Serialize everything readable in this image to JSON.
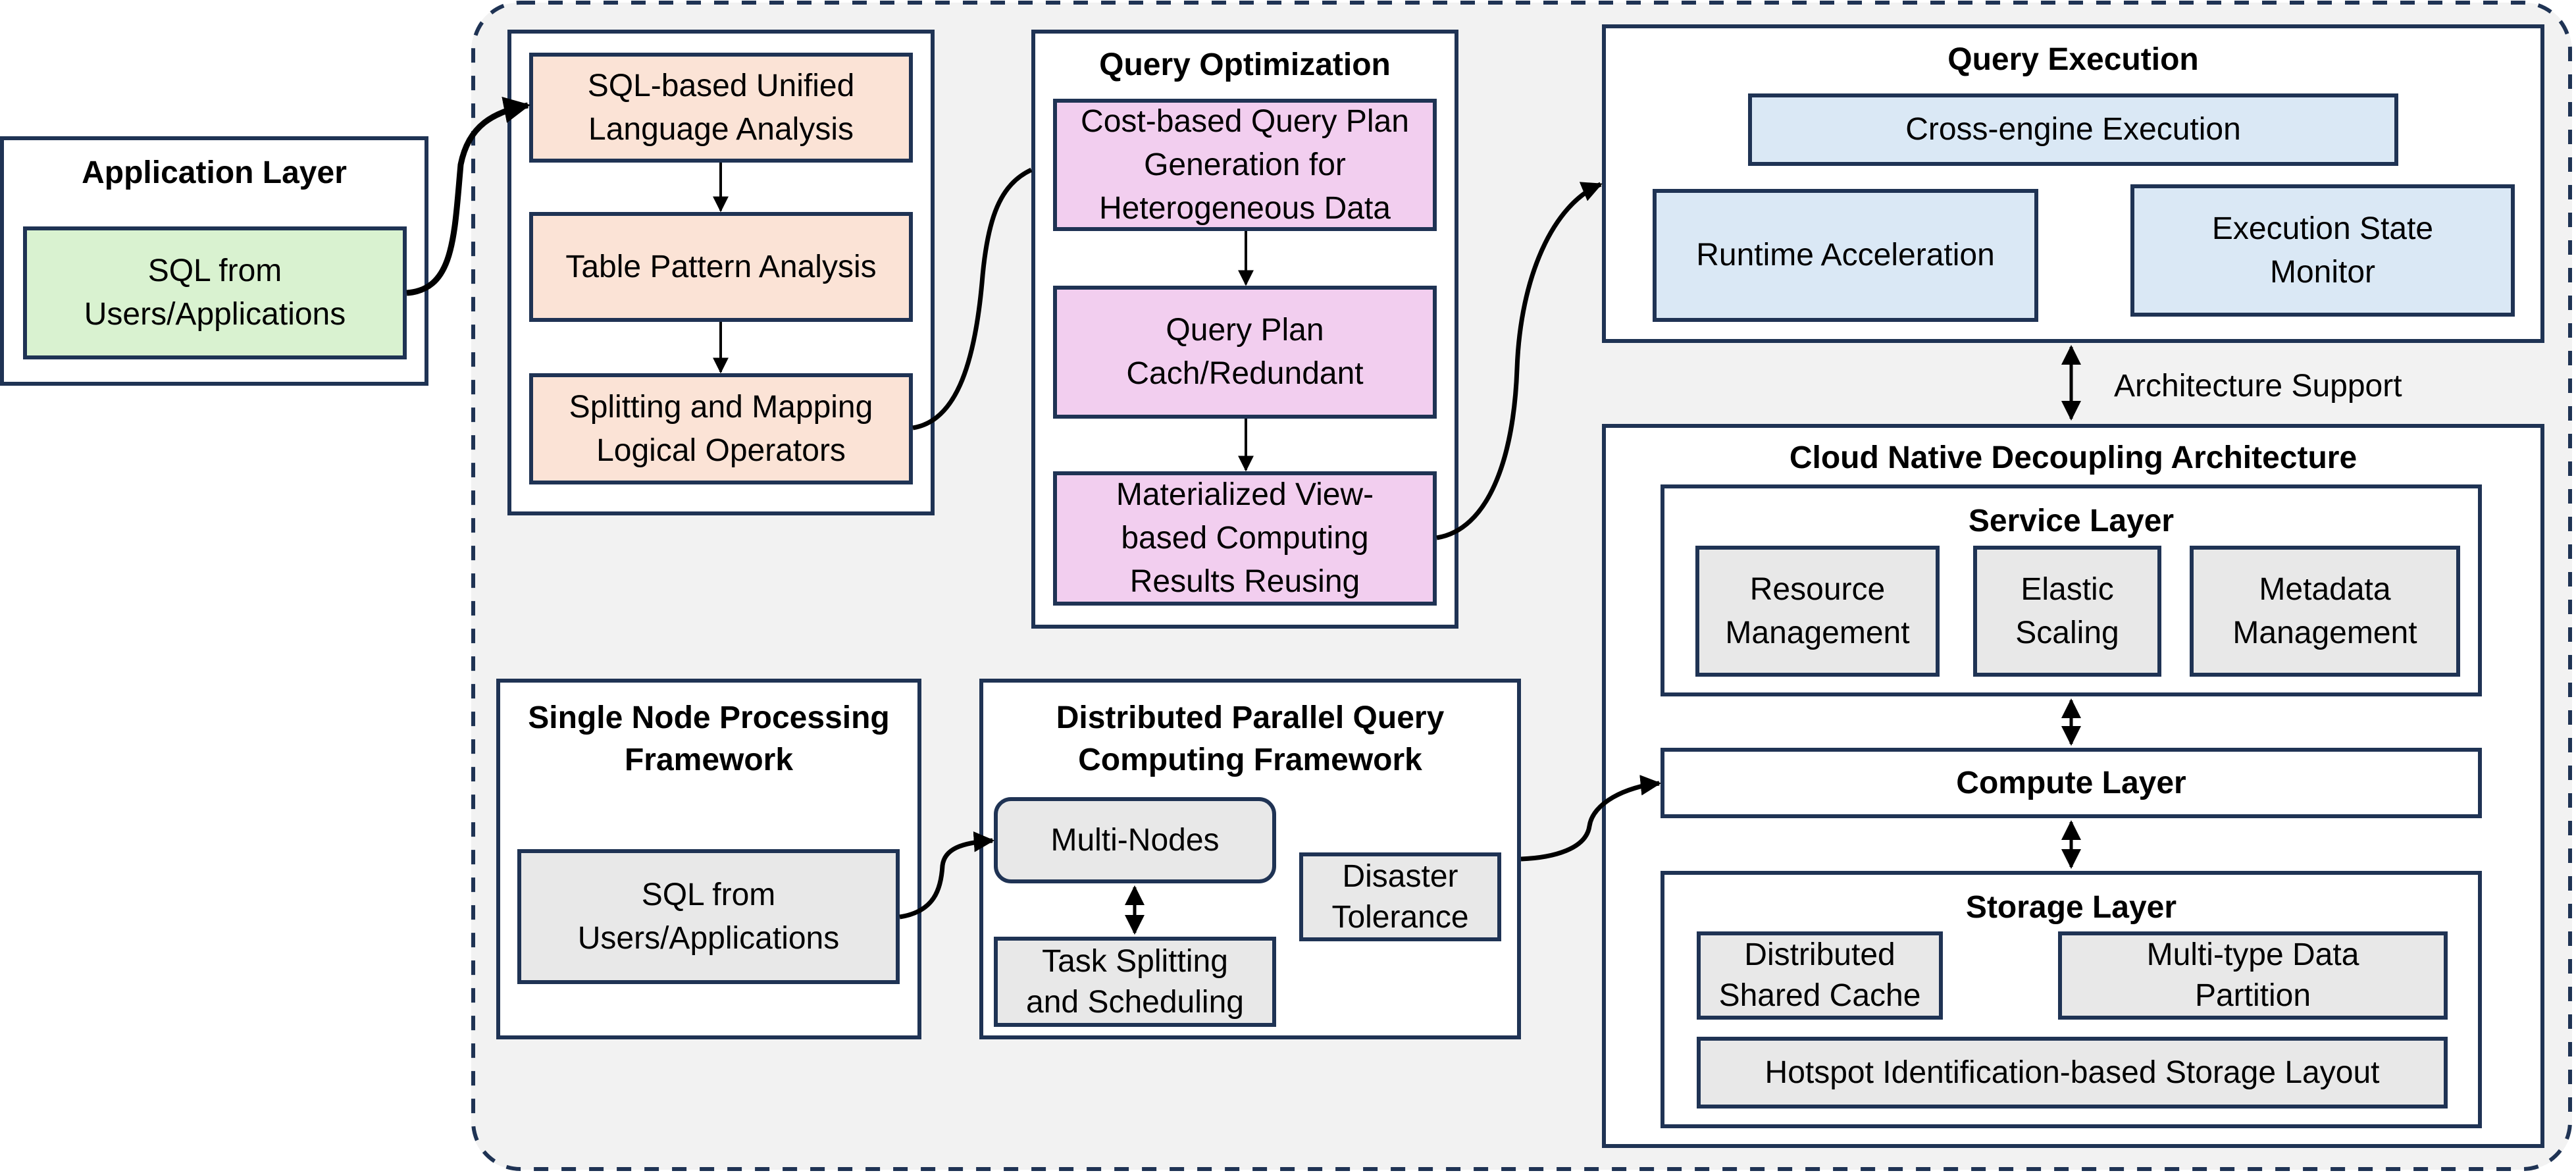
{
  "application_layer": {
    "title": "Application Layer",
    "input": "SQL from\nUsers/Applications"
  },
  "language_analysis": {
    "steps": [
      "SQL-based Unified\nLanguage Analysis",
      "Table Pattern Analysis",
      "Splitting and Mapping\nLogical Operators"
    ]
  },
  "query_optimization": {
    "title": "Query Optimization",
    "steps": [
      "Cost-based Query Plan\nGeneration for\nHeterogeneous Data",
      "Query Plan\nCach/Redundant",
      "Materialized View-\nbased Computing\nResults Reusing"
    ]
  },
  "query_execution": {
    "title": "Query Execution",
    "cross_engine": "Cross-engine Execution",
    "runtime": "Runtime Acceleration",
    "state_monitor": "Execution State\nMonitor"
  },
  "architecture_support_label": "Architecture Support",
  "cloud_native": {
    "title": "Cloud Native Decoupling Architecture",
    "service_layer": {
      "title": "Service Layer",
      "items": [
        "Resource\nManagement",
        "Elastic\nScaling",
        "Metadata\nManagement"
      ]
    },
    "compute_layer": {
      "title": "Compute Layer"
    },
    "storage_layer": {
      "title": "Storage Layer",
      "items": [
        "Distributed\nShared Cache",
        "Multi-type Data\nPartition",
        "Hotspot Identification-based Storage Layout"
      ]
    }
  },
  "single_node": {
    "title": "Single Node Processing\nFramework",
    "input": "SQL from\nUsers/Applications"
  },
  "distributed": {
    "title": "Distributed Parallel Query\nComputing Framework",
    "multi_nodes": "Multi-Nodes",
    "task_splitting": "Task Splitting\nand Scheduling",
    "disaster": "Disaster\nTolerance"
  },
  "colors": {
    "border": "#1F3354",
    "container_bg": "#F2F2F2",
    "analysis_fill": "#FBE3D6",
    "optimization_fill": "#F2CEEF",
    "execution_fill": "#DAE8F5",
    "app_fill": "#D9F2D0",
    "component_fill": "#E8E8E8"
  }
}
